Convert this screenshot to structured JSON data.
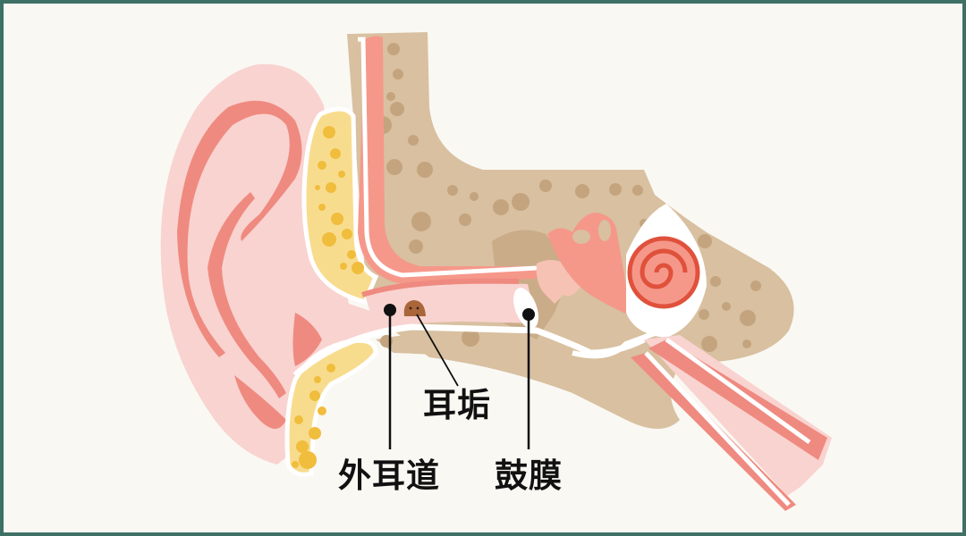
{
  "figure": {
    "title": "Ear anatomy cross-section",
    "colors": {
      "border": "#3e7066",
      "background": "#faf8f3",
      "skin_pink": "#f9d3d0",
      "fold_red": "#ef8a80",
      "bone_tan": "#d8c0a0",
      "bone_spot": "#c4a47e",
      "fat_yellow": "#f8dc8e",
      "fat_spot": "#f0bd3c",
      "cochlea_salmon": "#f5988a",
      "cochlea_red": "#e0513c",
      "earwax_brown": "#a8663a",
      "membrane_white": "#ffffff",
      "text": "#111111"
    }
  },
  "labels": {
    "earwax": "耳垢",
    "ear_canal": "外耳道",
    "eardrum": "鼓膜"
  }
}
